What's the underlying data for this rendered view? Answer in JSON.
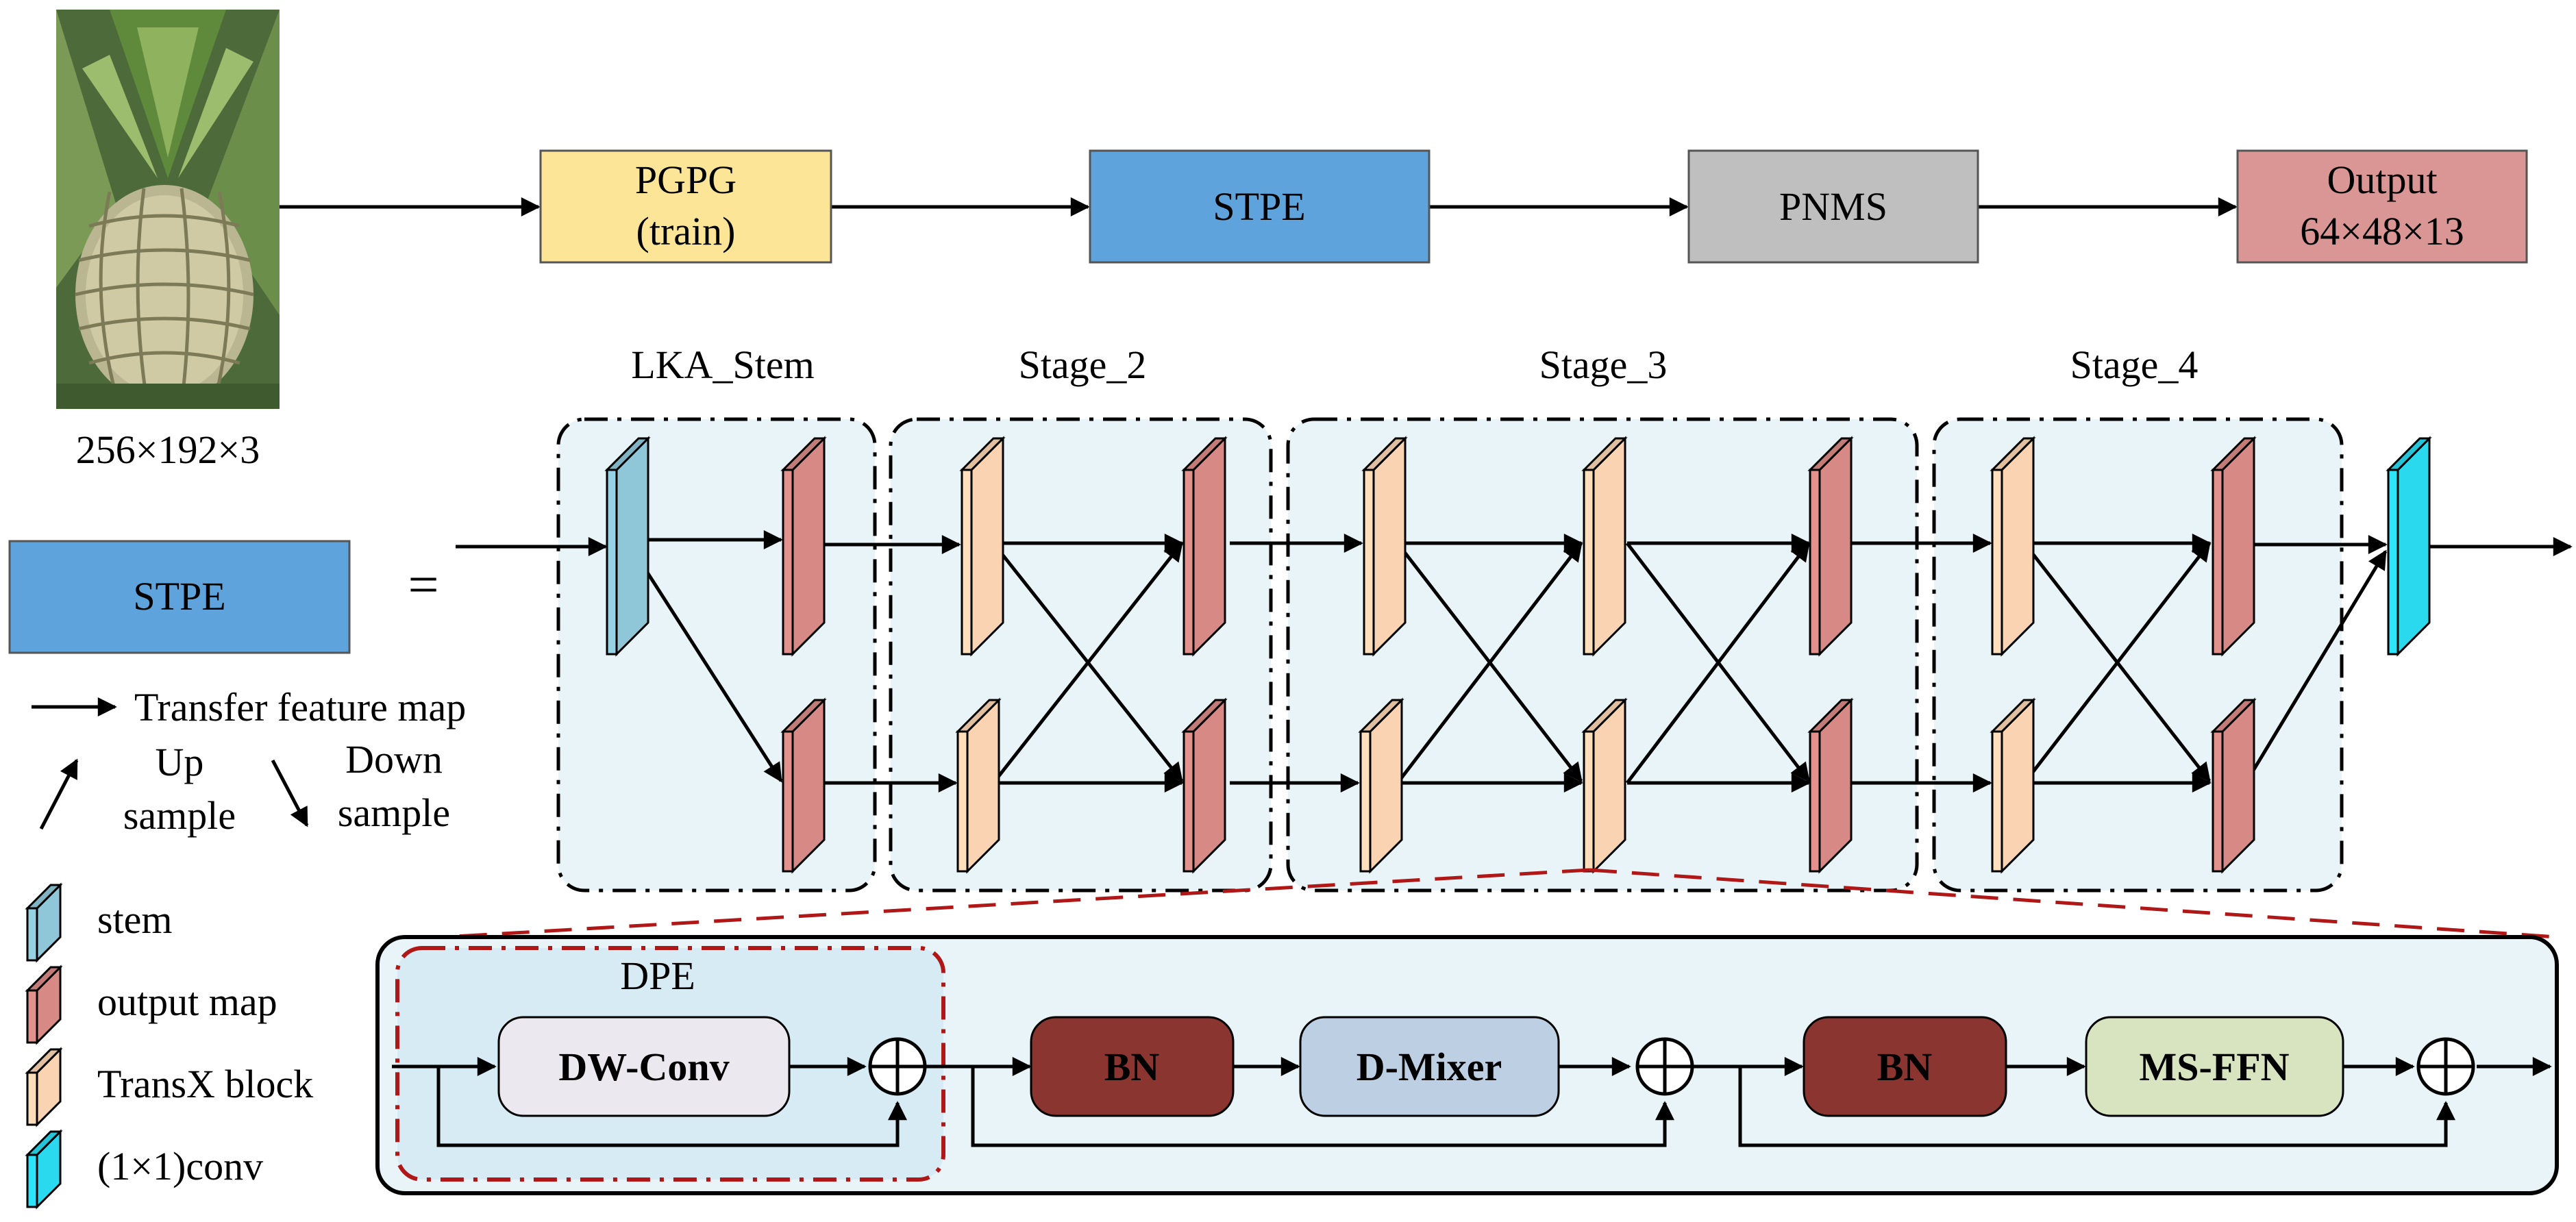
{
  "pipeline": {
    "input_size": "256×192×3",
    "pgpg_line1": "PGPG",
    "pgpg_line2": "(train)",
    "stpe": "STPE",
    "pnms": "PNMS",
    "output_line1": "Output",
    "output_line2": "64×48×13"
  },
  "stages": {
    "lka_stem": "LKA_Stem",
    "stage2": "Stage_2",
    "stage3": "Stage_3",
    "stage4": "Stage_4"
  },
  "equation": {
    "stpe": "STPE",
    "equals": "="
  },
  "legend": {
    "transfer": "Transfer feature map",
    "up1": "Up",
    "up2": "sample",
    "down1": "Down",
    "down2": "sample",
    "stem": "stem",
    "output_map": "output map",
    "transx": "TransX block",
    "conv": "(1×1)conv"
  },
  "block": {
    "dpe": "DPE",
    "dwconv": "DW-Conv",
    "bn1": "BN",
    "dmixer": "D-Mixer",
    "bn2": "BN",
    "msffn": "MS-FFN"
  },
  "colors": {
    "pgpg": "#fde598",
    "stpe": "#5ea3db",
    "pnms": "#bfbfbf",
    "output": "#d99694",
    "stage_bg": "#e8f4f8",
    "stem": "#8fc7d9",
    "output_map": "#d78a85",
    "transx": "#f9d3b2",
    "conv": "#2bd9ef",
    "bn": "#8b3530",
    "dwconv": "#ece8f0",
    "dmixer": "#bdcfe3",
    "msffn": "#d8e4bf",
    "dpe_border": "#b01818"
  }
}
